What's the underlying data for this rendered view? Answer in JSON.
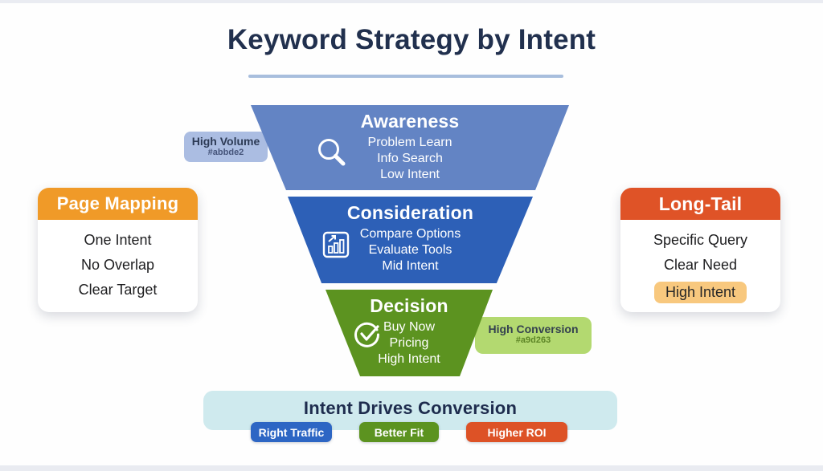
{
  "page": {
    "title": "Keyword Strategy by Intent"
  },
  "funnel": {
    "stages": [
      {
        "name": "Awareness",
        "icon": "search-icon",
        "color": "#6384c4",
        "lines": [
          "Problem Learn",
          "Info Search",
          "Low Intent"
        ]
      },
      {
        "name": "Consideration",
        "icon": "bar-chart-icon",
        "color": "#2d60b7",
        "lines": [
          "Compare Options",
          "Evaluate Tools",
          "Mid Intent"
        ]
      },
      {
        "name": "Decision",
        "icon": "check-circle-icon",
        "color": "#5c9320",
        "lines": [
          "Buy Now",
          "Pricing",
          "High Intent"
        ]
      }
    ]
  },
  "annotations": {
    "high_volume": {
      "label": "High Volume",
      "hex": "#abbde2"
    },
    "high_conversion": {
      "label": "High Conversion",
      "hex": "#a9d263"
    }
  },
  "cards": {
    "page_mapping": {
      "title": "Page Mapping",
      "header_color": "#f09a28",
      "items": [
        "One Intent",
        "No Overlap",
        "Clear Target"
      ]
    },
    "long_tail": {
      "title": "Long-Tail",
      "header_color": "#df5327",
      "items": [
        "Specific Query",
        "Clear Need"
      ],
      "highlighted_item": {
        "label": "High Intent",
        "color": "#f8c87e"
      }
    }
  },
  "banner": {
    "title": "Intent Drives Conversion",
    "chips": [
      {
        "label": "Right Traffic",
        "color": "#2d66c4"
      },
      {
        "label": "Better Fit",
        "color": "#5c9320"
      },
      {
        "label": "Higher ROI",
        "color": "#dd5226"
      }
    ]
  }
}
